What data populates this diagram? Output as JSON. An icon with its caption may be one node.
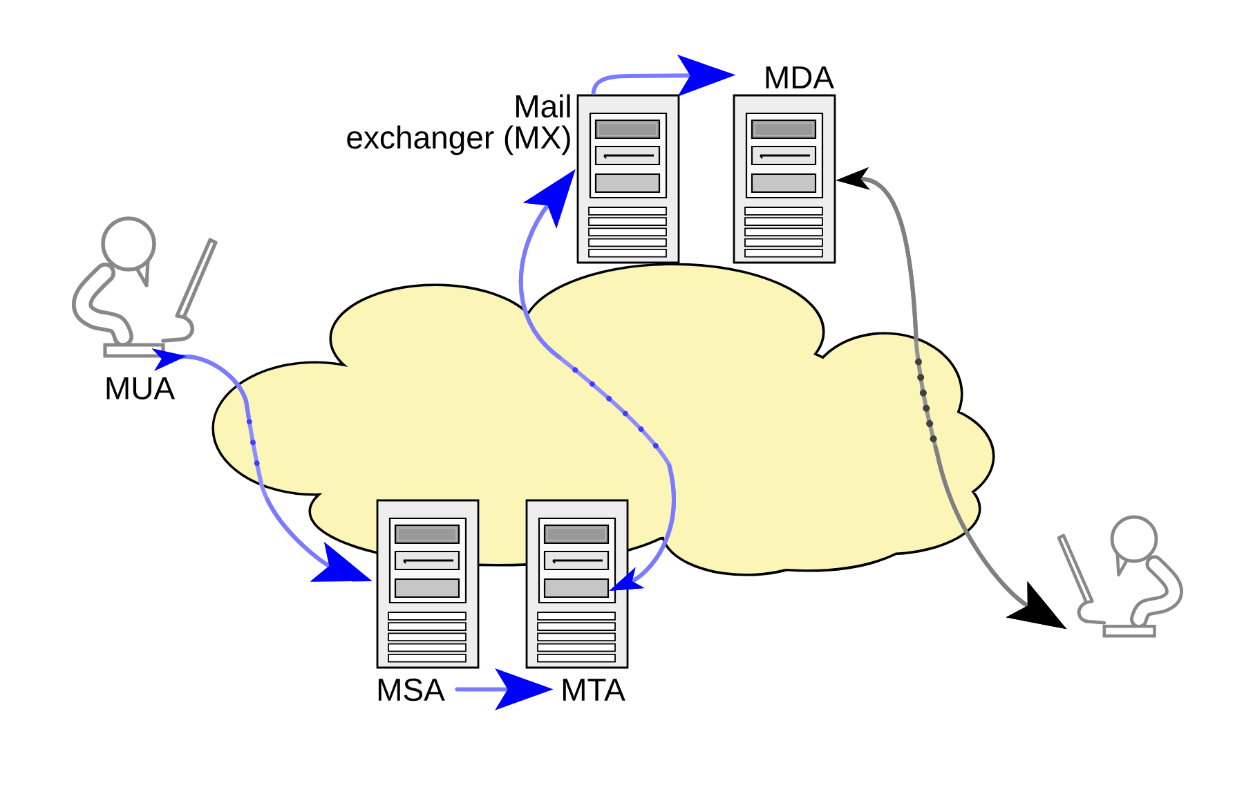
{
  "diagram": {
    "nodes": [
      {
        "text": [],
        "shape": "picture",
        "beside": [
          "Mail exchanger (MX)"
        ]
      },
      {
        "text": [],
        "shape": "picture",
        "beside": [
          "MDA"
        ]
      },
      {
        "text": [],
        "shape": "person",
        "beside": [
          "MUA"
        ]
      },
      {
        "text": [],
        "shape": "picture",
        "beside": [
          "MSA"
        ]
      },
      {
        "text": [],
        "shape": "picture",
        "beside": [
          "MTA"
        ]
      },
      {
        "text": [],
        "shape": "person"
      }
    ],
    "edges": [
      {
        "from": 2,
        "to": 3,
        "arrow": "to"
      },
      {
        "from": 3,
        "to": 4,
        "arrow": "to"
      },
      {
        "from": 4,
        "to": 0,
        "arrow": "both"
      },
      {
        "from": 0,
        "to": 1,
        "arrow": "to"
      },
      {
        "from": 1,
        "to": 5,
        "arrow": "both",
        "color": "#808080"
      }
    ]
  }
}
